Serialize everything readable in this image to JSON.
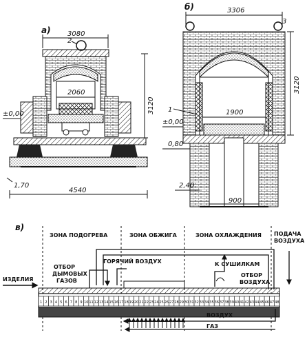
{
  "panel_a": {
    "label": "а)",
    "dim_top": "3080",
    "dim_inner": "2060",
    "dim_height": "3120",
    "dim_bottom": "4540",
    "level_zero": "±0,00",
    "level_low": "1,70",
    "callout": "2"
  },
  "panel_b": {
    "label": "б)",
    "dim_top": "3306",
    "dim_inner": "1900",
    "dim_height": "3120",
    "dim_foundation": "900",
    "level_zero": "±0,00",
    "level_mid": "0,80",
    "level_low": "2,40",
    "callout_1": "1",
    "callout_3": "3"
  },
  "panel_c": {
    "label": "в)",
    "zones": [
      "ЗОНА ПОДОГРЕВА",
      "ЗОНА ОБЖИГА",
      "ЗОНА ОХЛАЖДЕНИЯ"
    ],
    "supply_air": [
      "ПОДАЧА",
      "ВОЗДУХА"
    ],
    "flue_gas": [
      "ОТБОР",
      "ДЫМОВЫХ",
      "ГАЗОВ"
    ],
    "hot_air": "ГОРЯЧИЙ ВОЗДУХ",
    "to_dryers": "К СУШИЛКАМ",
    "air_take": [
      "ОТБОР",
      "ВОЗДУХА"
    ],
    "products": "ИЗДЕЛИЯ",
    "air": "ВОЗДУХ",
    "gas": "ГАЗ",
    "car_numbers": [
      "1",
      "2",
      "3",
      "4",
      "5",
      "6",
      "7",
      "8",
      "9",
      "10",
      "11",
      "12",
      "13",
      "14",
      "15",
      "16",
      "17",
      "18",
      "19",
      "20",
      "21",
      "22",
      "23",
      "24",
      "25",
      "26",
      "27",
      "28",
      "29",
      "30",
      "31",
      "32",
      "33",
      "34",
      "35",
      "36",
      "37",
      "38",
      "39",
      "40",
      "41",
      "42",
      "43",
      "44",
      "45",
      "46",
      "47",
      "48"
    ]
  }
}
